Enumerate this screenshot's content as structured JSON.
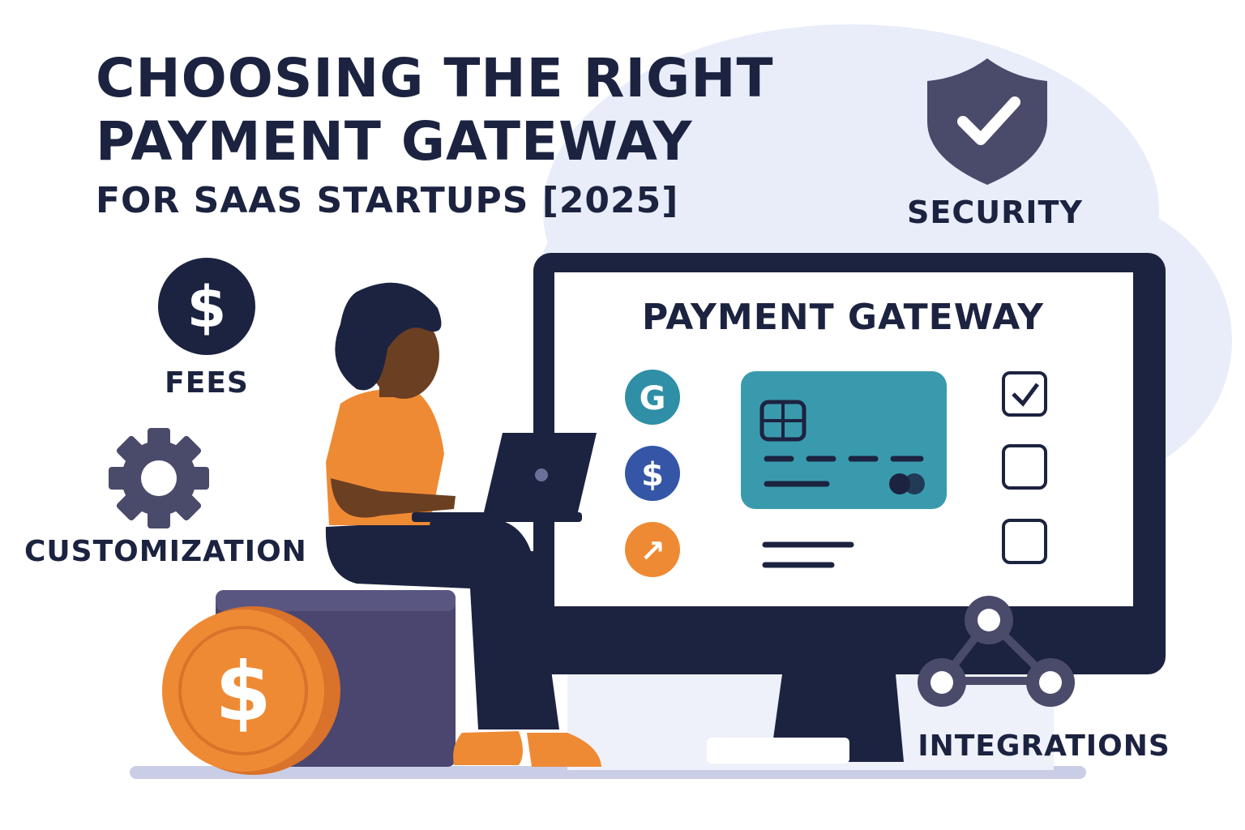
{
  "header": {
    "title_line1": "CHOOSING THE RIGHT",
    "title_line2": "PAYMENT GATEWAY",
    "subtitle": "FOR SAAS STARTUPS [2025]"
  },
  "features": {
    "fees": "FEES",
    "customization": "CUSTOMIZATION",
    "security": "SECURITY",
    "integrations": "INTEGRATIONS"
  },
  "monitor": {
    "title": "PAYMENT GATEWAY",
    "providers": [
      {
        "glyph": "G",
        "color": "#2f8fa6"
      },
      {
        "glyph": "$",
        "color": "#3556a6"
      },
      {
        "glyph": "↗",
        "color": "#ef8a34"
      }
    ],
    "checkboxes": [
      true,
      false,
      false
    ]
  },
  "icons": {
    "fees_coin_glyph": "$",
    "big_coin_glyph": "$"
  },
  "colors": {
    "navy": "#1c2340",
    "orange": "#ef8a34",
    "teal": "#3a9aad",
    "cloud": "#e6ebf8"
  }
}
